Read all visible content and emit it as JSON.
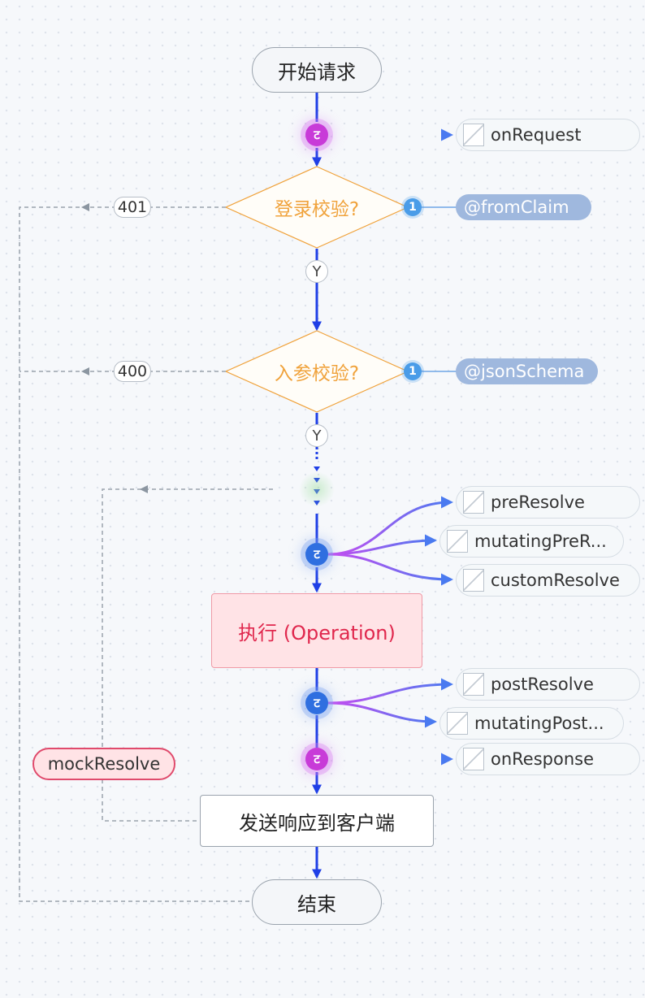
{
  "nodes": {
    "start": "开始请求",
    "auth_check": "登录校验?",
    "param_check": "入参校验?",
    "operation": "执行 (Operation)",
    "send_response": "发送响应到客户端",
    "end": "结束"
  },
  "edge_labels": {
    "auth_fail": "401",
    "param_fail": "400",
    "auth_yes": "Y",
    "param_yes": "Y"
  },
  "decorators": {
    "from_claim": "@fromClaim",
    "json_schema": "@jsonSchema",
    "badge_count": "1"
  },
  "hooks": {
    "on_request": "onRequest",
    "pre_resolve": "preResolve",
    "mutating_pre_resolve": "mutatingPreR...",
    "custom_resolve": "customResolve",
    "post_resolve": "postResolve",
    "mutating_post_resolve": "mutatingPost...",
    "on_response": "onResponse"
  },
  "mock_resolve": "mockResolve",
  "colors": {
    "main_line": "#1f3fe6",
    "hook_purple": "#c83bd8",
    "hook_blue": "#2f6fe0",
    "decision": "#f0a23b",
    "operation": "#e0274d",
    "dashed": "#9aa3ad"
  }
}
